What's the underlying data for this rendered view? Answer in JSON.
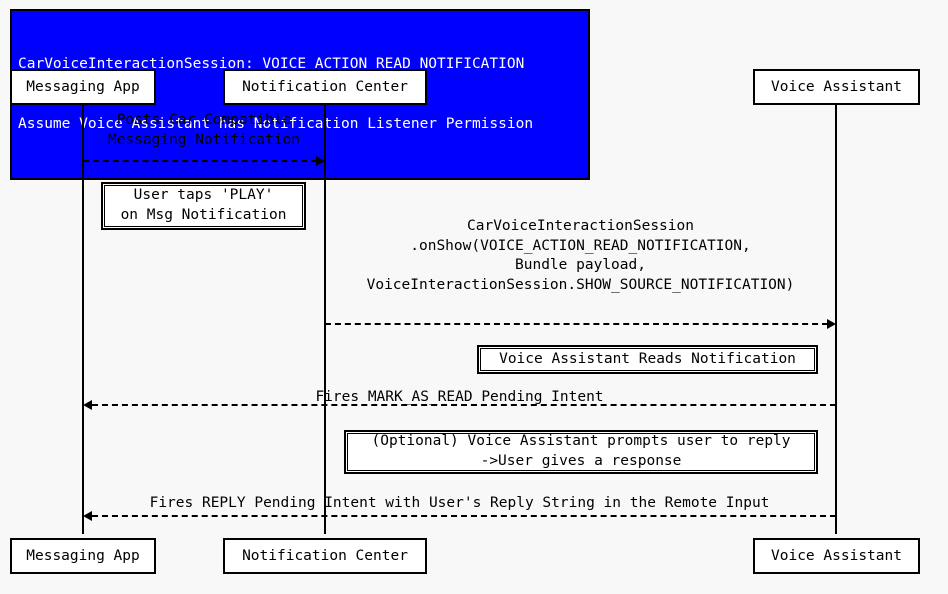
{
  "diagram": {
    "type": "sequence-diagram",
    "background_color": "#f8f8f8",
    "title_banner": {
      "background_color": "#0000ff",
      "text_color": "#ffffff",
      "line1": "CarVoiceInteractionSession: VOICE_ACTION_READ_NOTIFICATION",
      "line2": "Assume Voice Assistant has Notification Listener Permission"
    },
    "participants": [
      {
        "id": "messaging-app",
        "label": "Messaging App"
      },
      {
        "id": "notification-center",
        "label": "Notification Center"
      },
      {
        "id": "voice-assistant",
        "label": "Voice Assistant"
      }
    ],
    "messages": [
      {
        "id": "post-notification",
        "from": "messaging-app",
        "to": "notification-center",
        "direction": "right",
        "style": "dashed",
        "label": "Posts Car Compatible\nMessaging Notification"
      },
      {
        "id": "on-show",
        "from": "notification-center",
        "to": "voice-assistant",
        "direction": "right",
        "style": "dashed",
        "label": "CarVoiceInteractionSession\n.onShow(VOICE_ACTION_READ_NOTIFICATION,\nBundle payload,\nVoiceInteractionSession.SHOW_SOURCE_NOTIFICATION)"
      },
      {
        "id": "mark-as-read",
        "from": "voice-assistant",
        "to": "messaging-app",
        "direction": "left",
        "style": "dashed",
        "label": "Fires MARK_AS_READ Pending Intent"
      },
      {
        "id": "reply-intent",
        "from": "voice-assistant",
        "to": "messaging-app",
        "direction": "left",
        "style": "dashed",
        "label": "Fires REPLY Pending Intent with User's Reply String in the Remote Input"
      }
    ],
    "notes": [
      {
        "id": "user-taps-play",
        "text": "User taps 'PLAY'\non Msg Notification"
      },
      {
        "id": "assistant-reads",
        "text": "Voice Assistant Reads Notification"
      },
      {
        "id": "optional-prompt",
        "text": "(Optional) Voice Assistant prompts user to reply\n->User gives a response"
      }
    ]
  }
}
